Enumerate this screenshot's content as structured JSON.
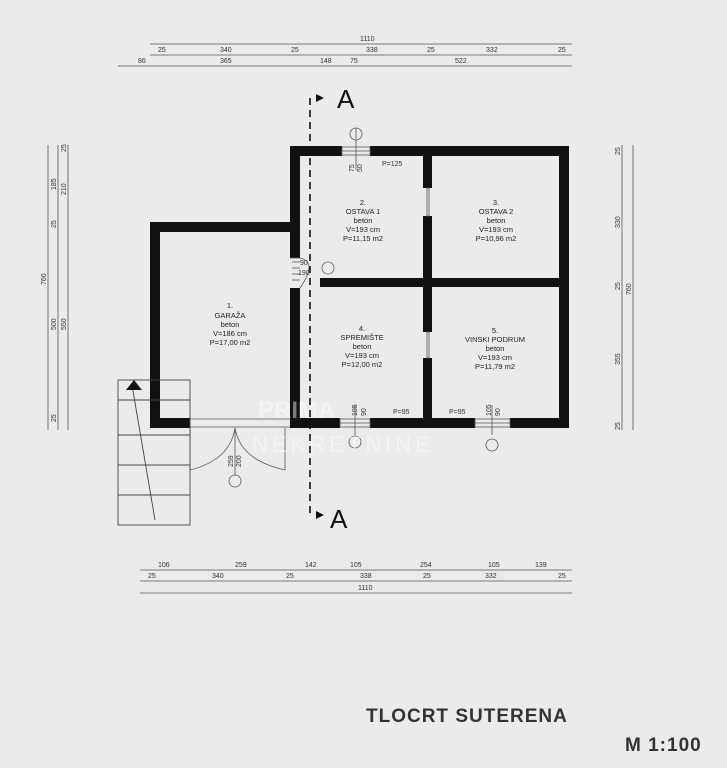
{
  "title": "TLOCRT SUTERENA",
  "scale": "M 1:100",
  "section_label": "A",
  "watermark": {
    "line1": "PRIMA",
    "line2": "NEKRETNINE"
  },
  "rooms": [
    {
      "num": "1.",
      "name": "GARAŽA",
      "floor": "beton",
      "height": "V=186 cm",
      "area": "P=17,00 m2"
    },
    {
      "num": "2.",
      "name": "OSTAVA 1",
      "floor": "beton",
      "height": "V=193 cm",
      "area": "P=11,15 m2"
    },
    {
      "num": "3.",
      "name": "OSTAVA 2",
      "floor": "beton",
      "height": "V=193 cm",
      "area": "P=10,96 m2"
    },
    {
      "num": "4.",
      "name": "SPREMIŠTE",
      "floor": "beton",
      "height": "V=193 cm",
      "area": "P=12,00 m2"
    },
    {
      "num": "5.",
      "name": "VINSKI PODRUM",
      "floor": "beton",
      "height": "V=193 cm",
      "area": "P=11,79 m2"
    }
  ],
  "openings": {
    "top_window": {
      "w": "75",
      "h": "50",
      "sill": "P=125"
    },
    "stair_door": {
      "w": "90",
      "h": "190"
    },
    "garage_door": {
      "w": "259",
      "h": "200"
    },
    "window_4": {
      "w": "105",
      "h": "90",
      "sill": "P=95"
    },
    "window_5": {
      "w": "105",
      "h": "90",
      "sill": "P=95"
    }
  },
  "dims_top": {
    "total": "1110",
    "row2": [
      "25",
      "340",
      "25",
      "338",
      "25",
      "332",
      "25"
    ],
    "row3": [
      "86",
      "365",
      "148",
      "75",
      "522"
    ]
  },
  "dims_bottom": {
    "row1": [
      "106",
      "259",
      "142",
      "105",
      "254",
      "105",
      "139"
    ],
    "row2": [
      "25",
      "340",
      "25",
      "338",
      "25",
      "332",
      "25"
    ],
    "total": "1110"
  },
  "dims_left": {
    "total": "760",
    "col2": [
      "25",
      "500",
      "25"
    ],
    "col3": [
      "25",
      "185",
      "210",
      "550"
    ]
  },
  "dims_right": {
    "col1": [
      "25",
      "330",
      "25",
      "355",
      "25"
    ],
    "total": "760"
  }
}
